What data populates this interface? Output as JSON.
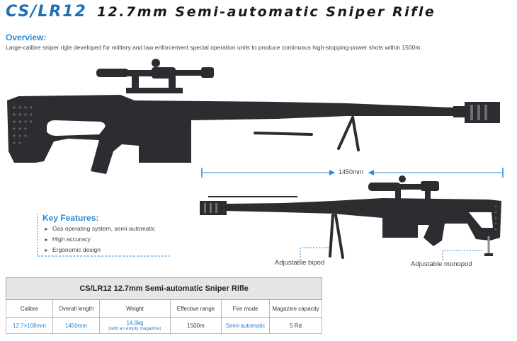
{
  "header": {
    "model": "CS/LR12",
    "title": "12.7mm Semi-automatic Sniper Rifle"
  },
  "overview": {
    "heading": "Overview:",
    "text": "Large-calibre sniper rigle developed for military and law enforcement special operation units to produce continuous high-stopping-power shots within 1500m."
  },
  "key_features": {
    "heading": "Key Features:",
    "items": [
      "Gas operating system, semi-automatic",
      "High accuracy",
      "Ergonomic design"
    ]
  },
  "dimension_label": "1450mm",
  "captions": {
    "bipod": "Adjustable bipod",
    "monopod": "Adjustable monopod"
  },
  "spec_table": {
    "title": "CS/LR12  12.7mm Semi-automatic Sniper Rifle",
    "headers": [
      "Calibre",
      "Overall length",
      "Weight",
      "Effective range",
      "Fire mode",
      "Magazine capacity"
    ],
    "values": [
      "12.7×108mm",
      "1450mm",
      "14.9kg",
      "1500m",
      "Semi-automatic",
      "5 Rd"
    ],
    "weight_note": "(with an empty magazine)"
  },
  "colors": {
    "accent": "#2a8ad8",
    "model_blue": "#1f6fb5",
    "rifle": "#2b2d30"
  }
}
